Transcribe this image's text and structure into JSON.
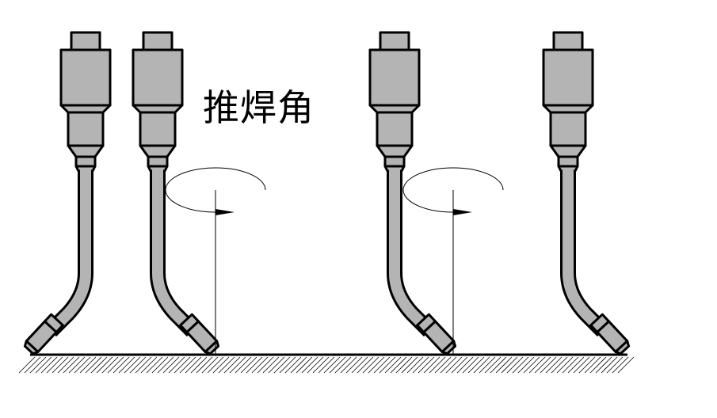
{
  "title": "推焊角",
  "colors": {
    "torch_fill": "#b4b4b4",
    "outline": "#000000",
    "background": "#ffffff"
  },
  "torches": [
    {
      "id": "torch-1",
      "nozzle_direction": "left"
    },
    {
      "id": "torch-2",
      "nozzle_direction": "right",
      "rotation_marker": true
    },
    {
      "id": "torch-3",
      "nozzle_direction": "right",
      "rotation_marker": true
    },
    {
      "id": "torch-4",
      "nozzle_direction": "right"
    }
  ]
}
